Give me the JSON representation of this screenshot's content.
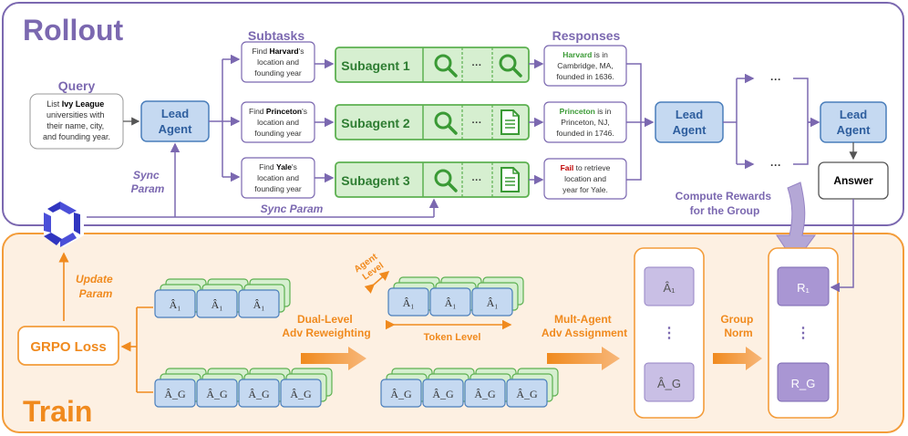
{
  "rollout": {
    "title": "Rollout",
    "query_heading": "Query",
    "query_lines": [
      [
        "List ",
        "Ivy League",
        ""
      ],
      [
        "universities with",
        "",
        ""
      ],
      [
        "their name, city,",
        "",
        ""
      ],
      [
        "and founding year.",
        "",
        ""
      ]
    ],
    "lead_agent": [
      "Lead",
      "Agent"
    ],
    "subtasks_heading": "Subtasks",
    "responses_heading": "Responses",
    "subtasks": [
      {
        "line1_pre": "Find ",
        "line1_bold": "Harvard",
        "line1_post": "'s",
        "line2": "location and",
        "line3": "founding year"
      },
      {
        "line1_pre": "Find ",
        "line1_bold": "Princeton",
        "line1_post": "'s",
        "line2": "location and",
        "line3": "founding year"
      },
      {
        "line1_pre": "Find ",
        "line1_bold": "Yale",
        "line1_post": "'s",
        "line2": "location and",
        "line3": "founding year"
      }
    ],
    "subagents": [
      "Subagent 1",
      "Subagent 2",
      "Subagent 3"
    ],
    "ellipsis": "···",
    "subagent_icons": [
      [
        "search-icon",
        "search-icon"
      ],
      [
        "search-icon",
        "document-icon"
      ],
      [
        "search-icon",
        "document-icon"
      ]
    ],
    "responses": [
      {
        "bold": "Harvard",
        "rest": " is in",
        "line2": "Cambridge, MA,",
        "line3": "founded in 1636.",
        "color": "#3a9a35"
      },
      {
        "bold": "Princeton",
        "rest": " is in",
        "line2": "Princeton, NJ,",
        "line3": "founded in 1746.",
        "color": "#3a9a35"
      },
      {
        "bold": "Fail",
        "rest": " to retrieve",
        "line2": "location and",
        "line3": "year for Yale.",
        "color": "#c00000"
      }
    ],
    "dots": "···",
    "answer": "Answer",
    "sync_param_left": [
      "Sync",
      "Param"
    ],
    "sync_param_bottom": "Sync Param",
    "compute_rewards": [
      "Compute Rewards",
      "for the Group"
    ]
  },
  "train": {
    "title": "Train",
    "update_param": [
      "Update",
      "Param"
    ],
    "grpo_loss": "GRPO Loss",
    "dual_level": [
      "Dual-Level",
      "Adv Reweighting"
    ],
    "agent_level": [
      "Agent",
      "Level"
    ],
    "token_level": "Token Level",
    "mult_agent": [
      "Mult-Agent",
      "Adv Assignment"
    ],
    "group_norm": [
      "Group",
      "Norm"
    ],
    "A1": "Â₁",
    "AG": "Â_G",
    "R1": "R₁",
    "RG": "R_G",
    "vdots": "⋮"
  },
  "colors": {
    "rollout_border": "#7b68b0",
    "rollout_title": "#7b68b0",
    "train_border": "#f39c3a",
    "train_fill": "#fdf0e2",
    "train_title": "#f08a1e",
    "agent_fill": "#c5d9f1",
    "agent_border": "#4a7ebb",
    "subagent_fill": "#d6efd0",
    "subagent_border": "#5cb050",
    "box_fill": "#cfdcf0",
    "purple_fill": "#b4a7d6",
    "arrow_orange": "#f5a35a"
  }
}
